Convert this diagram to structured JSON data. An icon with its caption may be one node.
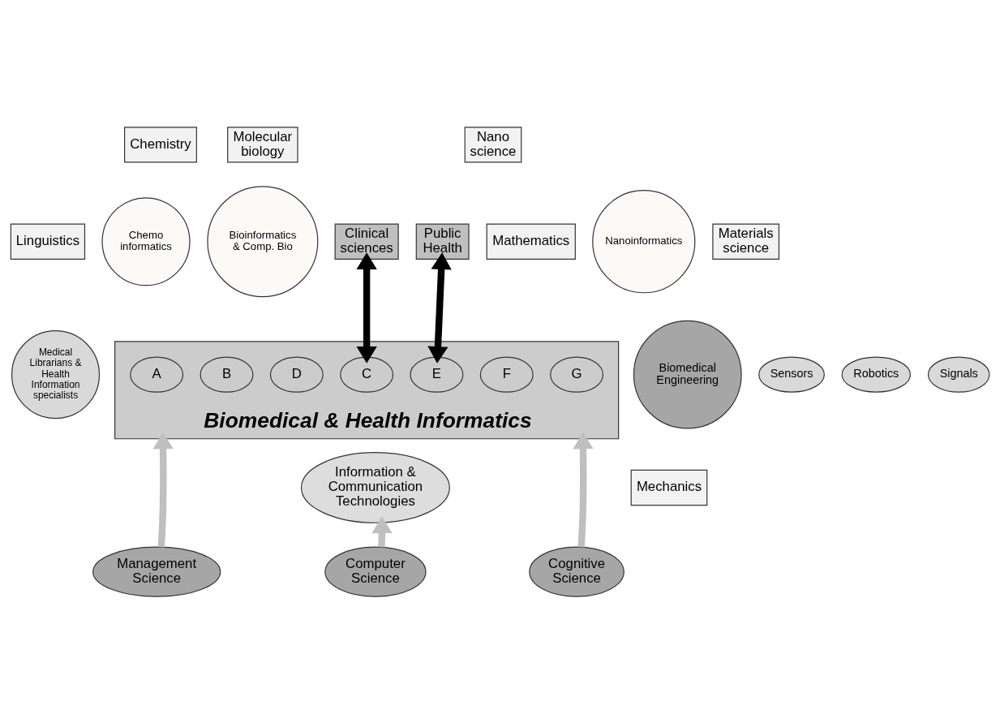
{
  "diagram": {
    "nodes": [
      {
        "text": [
          "Clinical sciences"
        ]
      },
      {
        "text": [
          "Public Health"
        ]
      },
      {
        "text": [
          "Mathematics"
        ]
      },
      {
        "text": [
          "Chemistry"
        ]
      },
      {
        "text": [
          "Molecular biology"
        ]
      },
      {
        "text": [
          "Nano science"
        ]
      },
      {
        "text": [
          "Linguistics"
        ]
      },
      {
        "text": [
          "Chemo informatics"
        ]
      },
      {
        "text": [
          "Bioinformatics & Comp. Bio"
        ]
      },
      {
        "text": [
          "Nanoinformatics"
        ]
      },
      {
        "text": [
          "Materials science"
        ]
      },
      {
        "text": [
          "Medical Librarians & Health Information specialists"
        ]
      },
      {
        "text": [
          "Biomedical & Health Informatics"
        ]
      },
      {
        "text": [
          "B"
        ],
        "in": 12
      },
      {
        "text": [
          "C"
        ],
        "in": 12
      },
      {
        "text": [
          "D"
        ],
        "in": 12
      },
      {
        "text": [
          "E"
        ],
        "in": 12
      },
      {
        "text": [
          "F"
        ],
        "in": 12
      },
      {
        "text": [
          "A"
        ],
        "in": 12
      },
      {
        "text": [
          "G"
        ],
        "in": 12
      },
      {
        "text": [
          "Biomedical Engineering"
        ]
      },
      {
        "text": [
          "Sensors"
        ]
      },
      {
        "text": [
          "Robotics"
        ]
      },
      {
        "text": [
          "Signals"
        ]
      },
      {
        "text": [
          "Information & Communication Technologies"
        ]
      },
      {
        "text": [
          "Mechanics"
        ]
      },
      {
        "text": [
          "Management Science"
        ]
      },
      {
        "text": [
          "Computer Science"
        ]
      },
      {
        "text": [
          "Cognitive Science"
        ]
      }
    ],
    "edges": [
      {
        "from": 14,
        "to": 0,
        "arrow": "both",
        "color": "#000000"
      },
      {
        "from": 16,
        "to": 1,
        "arrow": "both",
        "color": "#000000"
      },
      {
        "from": 26,
        "to": 12,
        "arrow": "to"
      },
      {
        "from": 27,
        "to": 24,
        "arrow": "to"
      },
      {
        "from": 28,
        "to": 12,
        "arrow": "to"
      }
    ]
  }
}
